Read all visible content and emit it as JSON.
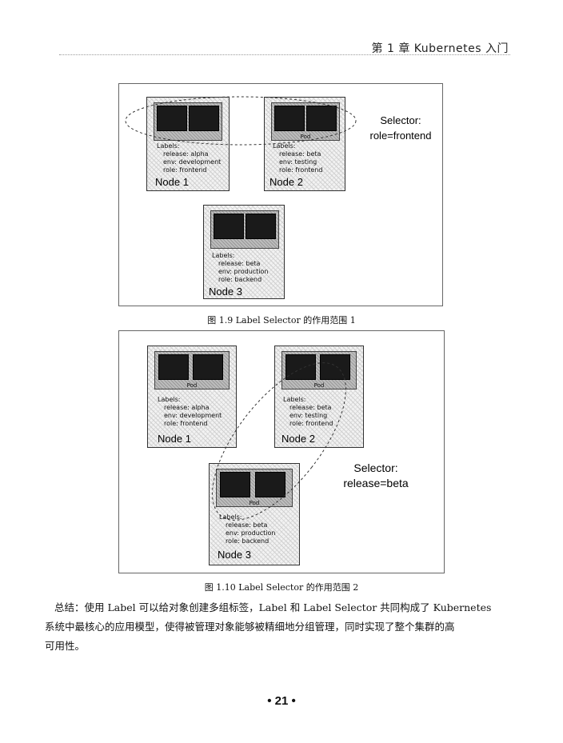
{
  "header": {
    "text": "第 1 章   Kubernetes 入门"
  },
  "figure1": {
    "caption": "图 1.9   Label Selector 的作用范围 1",
    "selector": {
      "line1": "Selector:",
      "line2": "role=frontend"
    },
    "nodes": [
      {
        "name": "Node 1",
        "labels_title": "Labels:",
        "labels": [
          "release: alpha",
          "env: development",
          "role: frontend"
        ]
      },
      {
        "name": "Node 2",
        "labels_title": "Labels:",
        "labels": [
          "release: beta",
          "env: testing",
          "role: frontend"
        ]
      },
      {
        "name": "Node 3",
        "labels_title": "Labels:",
        "labels": [
          "release: beta",
          "env: production",
          "role: backend"
        ]
      }
    ],
    "pod_labels": [
      "",
      "Pod",
      ""
    ]
  },
  "figure2": {
    "caption": "图 1.10   Label Selector 的作用范围 2",
    "selector": {
      "line1": "Selector:",
      "line2": "release=beta"
    },
    "nodes": [
      {
        "name": "Node 1",
        "labels_title": "Labels:",
        "labels": [
          "release: alpha",
          "env: development",
          "role: frontend"
        ]
      },
      {
        "name": "Node 2",
        "labels_title": "Labels:",
        "labels": [
          "release: beta",
          "env: testing",
          "role: frontend"
        ]
      },
      {
        "name": "Node 3",
        "labels_title": "Labels:",
        "labels": [
          "release: beta",
          "env: production",
          "role: backend"
        ]
      }
    ],
    "pod_labels": [
      "Pod",
      "Pod",
      "Pod"
    ]
  },
  "summary": {
    "line1": "总结：使用 Label 可以给对象创建多组标签，Label 和 Label Selector 共同构成了 Kubernetes",
    "line2": "系统中最核心的应用模型，使得被管理对象能够被精细地分组管理，同时实现了整个集群的高",
    "line3": "可用性。"
  },
  "page_number": "• 21 •"
}
